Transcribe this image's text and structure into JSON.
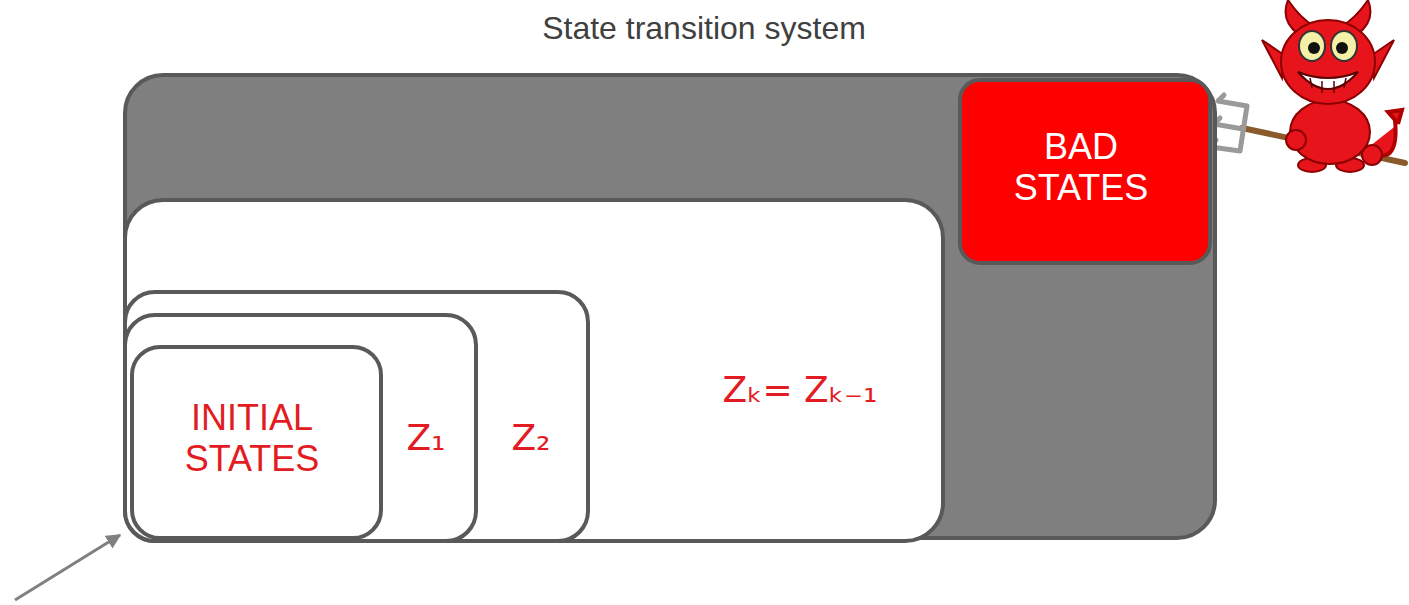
{
  "diagram": {
    "nodes": [
      {
        "text": [
          "State transition system"
        ]
      },
      {
        "text": [
          "BAD STATES"
        ],
        "in": 0
      },
      {
        "text": [
          "Zₖ= Zₖ₋₁"
        ],
        "in": 0
      },
      {
        "text": [
          "Z₂"
        ],
        "in": 2
      },
      {
        "text": [
          "Z₁"
        ],
        "in": 3
      },
      {
        "text": [
          "INITIAL STATES"
        ],
        "in": 4
      }
    ]
  }
}
